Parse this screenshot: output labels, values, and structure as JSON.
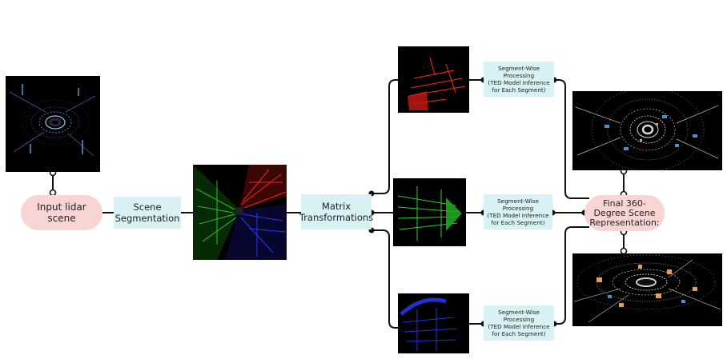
{
  "nodes": {
    "input": "Input lidar\nscene",
    "segmentation": "Scene\nSegmentation",
    "matrix": "Matrix\nTransformations",
    "final": "Final 360-\nDegree Scene\nRepresentation:",
    "segwise_label": "Segment-Wise\nProcessing\n(TED Model Inference\nfor Each Segment)"
  },
  "colors": {
    "pill": "#f8d5d2",
    "box": "#d7f1f5",
    "line": "#111111",
    "red_segment": "#ff2a1a",
    "green_segment": "#2bd12b",
    "blue_segment": "#2a3cff"
  },
  "icons": {
    "input_scan": "lidar-pointcloud-colored",
    "segmented_scan": "lidar-pointcloud-rgb-segments",
    "segment_red": "lidar-segment-red",
    "segment_green": "lidar-segment-green",
    "segment_blue": "lidar-segment-blue",
    "result_top": "lidar-pointcloud-white-detections",
    "result_bottom": "lidar-pointcloud-3d-detections"
  }
}
